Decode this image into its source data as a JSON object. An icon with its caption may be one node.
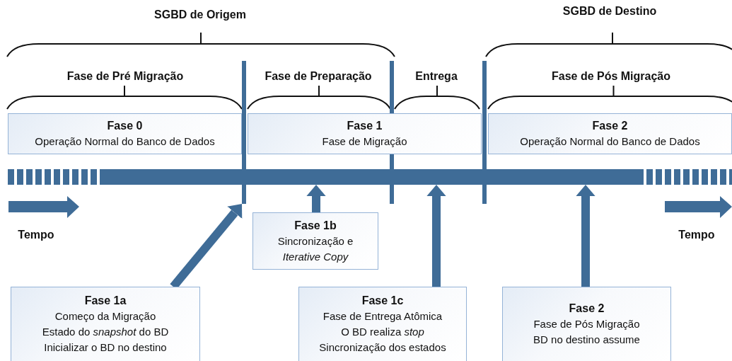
{
  "diagram": {
    "nodes": [
      {
        "text": [
          "Fase 0",
          "Operação Normal do Banco de Dados"
        ]
      },
      {
        "text": [
          "Fase 1",
          "Fase de Migração"
        ]
      },
      {
        "text": [
          "Fase 2",
          "Operação Normal do Banco de Dados"
        ]
      },
      {
        "text": [],
        "shape": "bar"
      },
      {
        "text": [],
        "shape": "bar"
      },
      {
        "text": [],
        "shape": "bar"
      },
      {
        "text": [],
        "shape": "bar"
      },
      {
        "text": [
          "Fase 1a",
          "Começo da Migração",
          "Estado do *snapshot* do BD",
          "Inicializar o BD no destino"
        ]
      },
      {
        "text": [
          "Fase 1b",
          "Sincronização e *Iterative Copy*"
        ]
      },
      {
        "text": [
          "Fase 1c",
          "Fase de Entrega Atômica",
          "O BD realiza *stop*",
          "Sincronização dos estados"
        ]
      },
      {
        "text": [
          "Fase 2",
          "Fase de Pós Migração",
          "BD no destino assume"
        ]
      }
    ],
    "edges": [
      {
        "from": 7,
        "to": 4,
        "arrow": "to"
      },
      {
        "from": 8,
        "to": 3,
        "arrow": "to"
      },
      {
        "from": 9,
        "to": 3,
        "arrow": "to"
      },
      {
        "from": 10,
        "to": 3,
        "arrow": "to"
      }
    ],
    "labels": [
      "SGBD de Origem",
      "SGBD de Destino",
      "Fase de Pré Migração",
      "Fase de Preparação",
      "Entrega",
      "Fase de Pós Migração",
      "Tempo",
      "Tempo"
    ]
  }
}
